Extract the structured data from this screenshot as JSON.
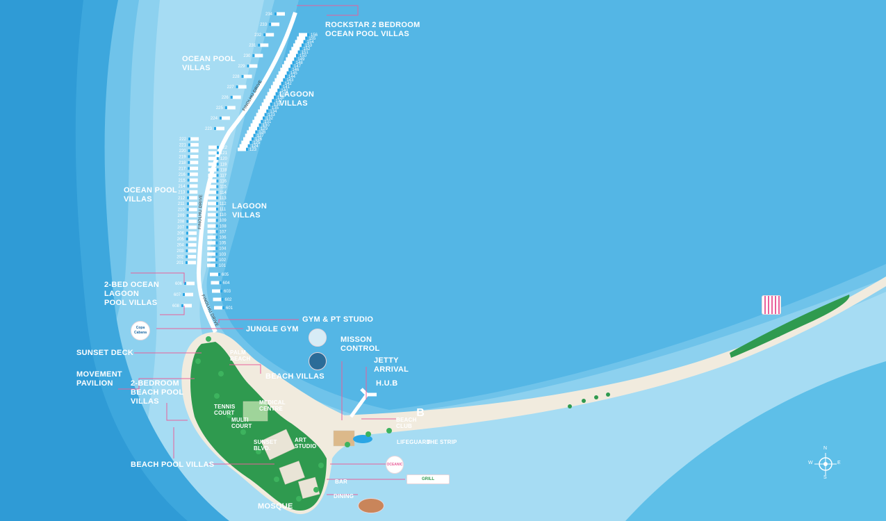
{
  "labels": {
    "rockstar": "ROCKSTAR 2 BEDROOM\nOCEAN POOL VILLAS",
    "ocean_pool_villas_top": "OCEAN POOL\nVILLAS",
    "lagoon_villas_top": "LAGOON\nVILLAS",
    "ocean_pool_villas_mid": "OCEAN POOL\nVILLAS",
    "lagoon_villas_mid": "LAGOON\nVILLAS",
    "two_bed_ocean_lagoon": "2-BED OCEAN\nLAGOON\nPOOL VILLAS",
    "gym_pt_studio": "GYM & PT STUDIO",
    "jungle_gym": "JUNGLE GYM",
    "misson_control": "MISSON\nCONTROL",
    "sunset_deck": "SUNSET DECK",
    "jetty_arrival": "JETTY\nARRIVAL",
    "movement_pavilion": "MOVEMENT\nPAVILION",
    "beach_villas": "BEACH VILLAS",
    "two_bedroom_beach_pool": "2-BEDROOM\nBEACH POOL\nVILLAS",
    "hub": "H.U.B",
    "beach_pool_villas": "BEACH POOL VILLAS",
    "mosque": "MOSQUE",
    "bar": "BAR",
    "dining": "DINING",
    "palm_beach": "PALM\nBEACH",
    "tennis_court": "TENNIS\nCOURT",
    "medical_centre": "MEDICAL\nCENTRE",
    "multi_court": "MULTI\nCOURT",
    "sunset_blvd": "SUNSET\nBLVD.",
    "art_studio": "ART\nSTUDIO",
    "beach_club": "BEACH\nCLUB",
    "lifeguard": "LIFEGUARD",
    "the_strip": "THE STRIP"
  },
  "roads": {
    "finolhu_drive_1": "FINOLHU DRIVE",
    "finolhu_drive_2": "FINOLHU DRIVE",
    "finolhu_drive_3": "FINOLHU DRIVE"
  },
  "logos": {
    "copa": "Copa Cabana",
    "bb": "B",
    "grill": "GRILL",
    "oceanic": "OCEANIC"
  },
  "compass": {
    "n": "N",
    "s": "S",
    "e": "E",
    "w": "W"
  },
  "villa_numbers": {
    "upper_left": [
      "234",
      "233",
      "232",
      "231",
      "230",
      "229",
      "228",
      "227",
      "226",
      "225",
      "224",
      "223"
    ],
    "upper_right": [
      "156",
      "155",
      "154",
      "153",
      "152",
      "151",
      "150",
      "149",
      "148",
      "147",
      "146",
      "145",
      "144",
      "143",
      "142",
      "141",
      "140",
      "139",
      "138",
      "137",
      "136",
      "135",
      "134",
      "133",
      "132",
      "131",
      "130",
      "129",
      "128",
      "127",
      "126",
      "125",
      "124",
      "123"
    ],
    "mid_left": [
      "222",
      "221",
      "220",
      "219",
      "218",
      "217",
      "216",
      "215",
      "214",
      "213",
      "212",
      "211",
      "210",
      "209",
      "208",
      "207",
      "206",
      "205",
      "204",
      "203",
      "202",
      "201"
    ],
    "mid_right": [
      "122",
      "121",
      "120",
      "119",
      "118",
      "117",
      "116",
      "115",
      "114",
      "113",
      "112",
      "111",
      "110",
      "109",
      "108",
      "107",
      "106",
      "105",
      "104",
      "103",
      "102",
      "101"
    ],
    "two_bed_left": [
      "606",
      "607",
      "608"
    ],
    "two_bed_right": [
      "605",
      "604",
      "603",
      "602",
      "601"
    ]
  },
  "colors": {
    "deep_ocean": "#55b8e6",
    "lagoon": "#8fd2ef",
    "shallow": "#a9def3",
    "sand": "#f1ebde",
    "jungle": "#2e9a4e",
    "pink_line": "#e8609a",
    "villa": "#ffffff",
    "pool": "#2aa6e5"
  }
}
